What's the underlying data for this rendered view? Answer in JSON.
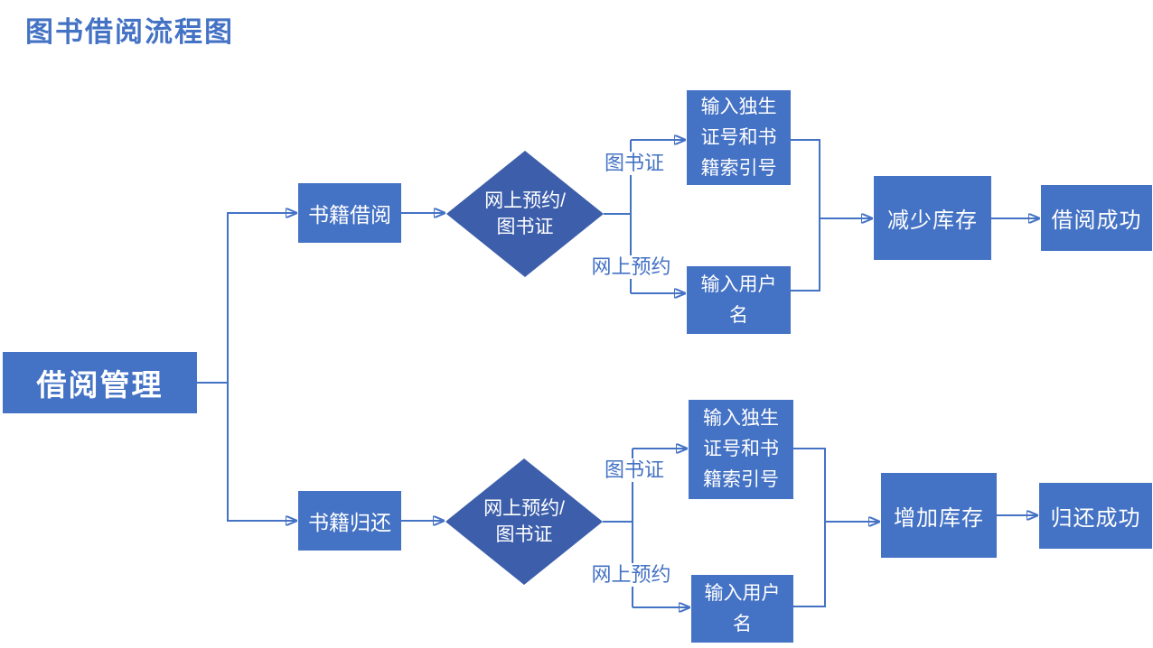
{
  "title": "图书借阅流程图",
  "colors": {
    "process_fill": "#4472C4",
    "decision_fill": "#3D5FAB",
    "connector": "#4472C4",
    "shape_text": "#FFFFFF",
    "label_text": "#4472C4",
    "background": "#FFFFFF"
  },
  "root": {
    "label": "借阅管理"
  },
  "flows": [
    {
      "branch": "书籍借阅",
      "decision": {
        "line1": "网上预约/",
        "line2": "图书证"
      },
      "conditions": {
        "top": "图书证",
        "bottom": "网上预约"
      },
      "actions": {
        "top": {
          "lines": [
            "输入独生",
            "证号和书",
            "籍索引号"
          ]
        },
        "bottom": {
          "lines": [
            "输入用户",
            "名"
          ]
        }
      },
      "step": "减少库存",
      "result": "借阅成功"
    },
    {
      "branch": "书籍归还",
      "decision": {
        "line1": "网上预约/",
        "line2": "图书证"
      },
      "conditions": {
        "top": "图书证",
        "bottom": "网上预约"
      },
      "actions": {
        "top": {
          "lines": [
            "输入独生",
            "证号和书",
            "籍索引号"
          ]
        },
        "bottom": {
          "lines": [
            "输入用户",
            "名"
          ]
        }
      },
      "step": "增加库存",
      "result": "归还成功"
    }
  ]
}
